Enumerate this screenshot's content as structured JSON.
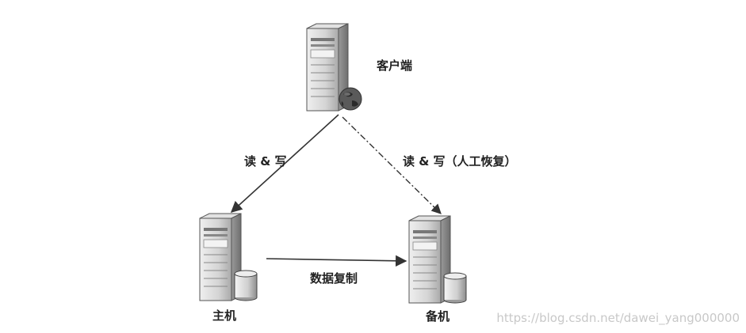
{
  "nodes": {
    "client": {
      "label": "客户端"
    },
    "primary": {
      "label": "主机"
    },
    "standby": {
      "label": "备机"
    }
  },
  "edges": {
    "client_to_primary": {
      "label": "读 & 写"
    },
    "client_to_standby": {
      "label": "读 & 写（人工恢复）"
    },
    "primary_to_standby": {
      "label": "数据复制"
    }
  },
  "watermark": "https://blog.csdn.net/dawei_yang000000",
  "colors": {
    "line": "#333333",
    "server_body": "#d9d9d9",
    "globe": "#555555"
  }
}
